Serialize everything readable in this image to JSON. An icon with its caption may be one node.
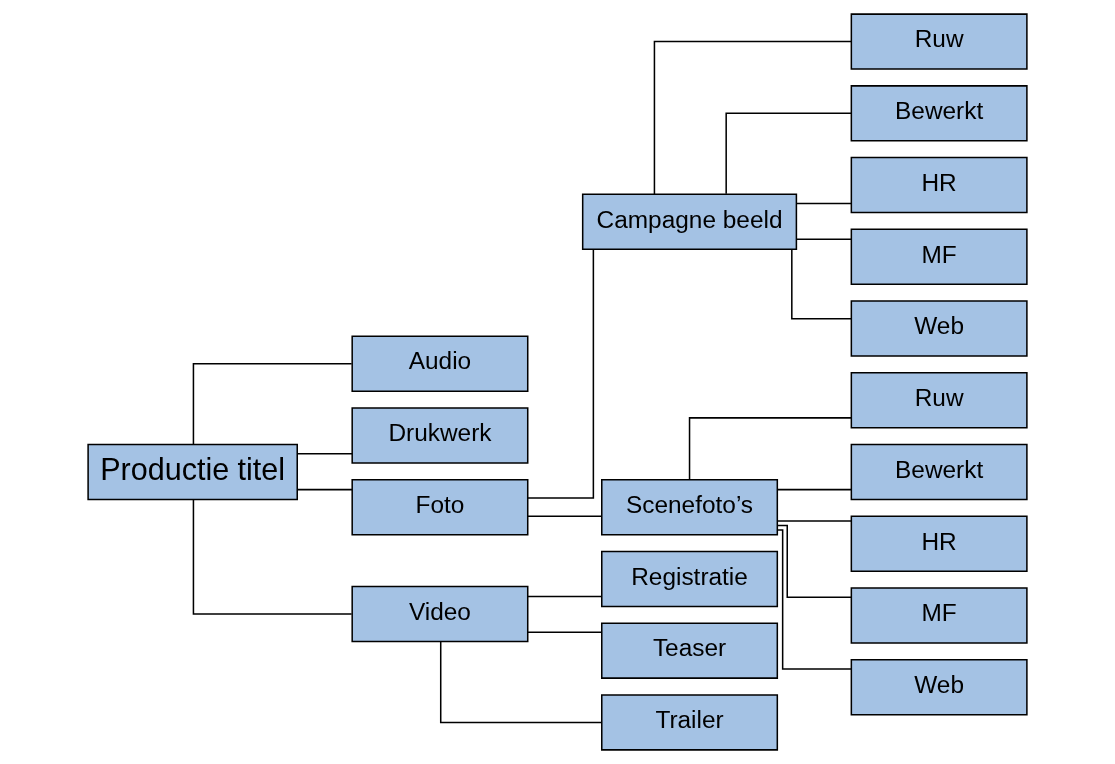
{
  "diagram": {
    "nodes": [
      {
        "text": [
          "Productie titel"
        ]
      },
      {
        "text": [
          "Audio"
        ]
      },
      {
        "text": [
          "Drukwerk"
        ]
      },
      {
        "text": [
          "Foto"
        ]
      },
      {
        "text": [
          "Video"
        ]
      },
      {
        "text": [
          "Campagne beeld"
        ]
      },
      {
        "text": [
          "Scenefoto’s"
        ]
      },
      {
        "text": [
          "Ruw"
        ]
      },
      {
        "text": [
          "Bewerkt"
        ]
      },
      {
        "text": [
          "HR"
        ]
      },
      {
        "text": [
          "MF"
        ]
      },
      {
        "text": [
          "Web"
        ]
      },
      {
        "text": [
          "Ruw"
        ]
      },
      {
        "text": [
          "Bewerkt"
        ]
      },
      {
        "text": [
          "HR"
        ]
      },
      {
        "text": [
          "MF"
        ]
      },
      {
        "text": [
          "Web"
        ]
      },
      {
        "text": [
          "Registratie"
        ]
      },
      {
        "text": [
          "Teaser"
        ]
      },
      {
        "text": [
          "Trailer"
        ]
      }
    ],
    "edges": [
      {
        "from": 0,
        "to": 1,
        "arrow": "none"
      },
      {
        "from": 0,
        "to": 2,
        "arrow": "none"
      },
      {
        "from": 0,
        "to": 3,
        "arrow": "none"
      },
      {
        "from": 0,
        "to": 4,
        "arrow": "none"
      },
      {
        "from": 3,
        "to": 5,
        "arrow": "none"
      },
      {
        "from": 3,
        "to": 6,
        "arrow": "none"
      },
      {
        "from": 5,
        "to": 7,
        "arrow": "none"
      },
      {
        "from": 5,
        "to": 8,
        "arrow": "none"
      },
      {
        "from": 5,
        "to": 9,
        "arrow": "none"
      },
      {
        "from": 5,
        "to": 10,
        "arrow": "none"
      },
      {
        "from": 5,
        "to": 11,
        "arrow": "none"
      },
      {
        "from": 6,
        "to": 12,
        "arrow": "none"
      },
      {
        "from": 6,
        "to": 13,
        "arrow": "none"
      },
      {
        "from": 6,
        "to": 14,
        "arrow": "none"
      },
      {
        "from": 6,
        "to": 15,
        "arrow": "none"
      },
      {
        "from": 6,
        "to": 16,
        "arrow": "none"
      },
      {
        "from": 4,
        "to": 17,
        "arrow": "none"
      },
      {
        "from": 4,
        "to": 18,
        "arrow": "none"
      },
      {
        "from": 4,
        "to": 19,
        "arrow": "none"
      }
    ]
  }
}
